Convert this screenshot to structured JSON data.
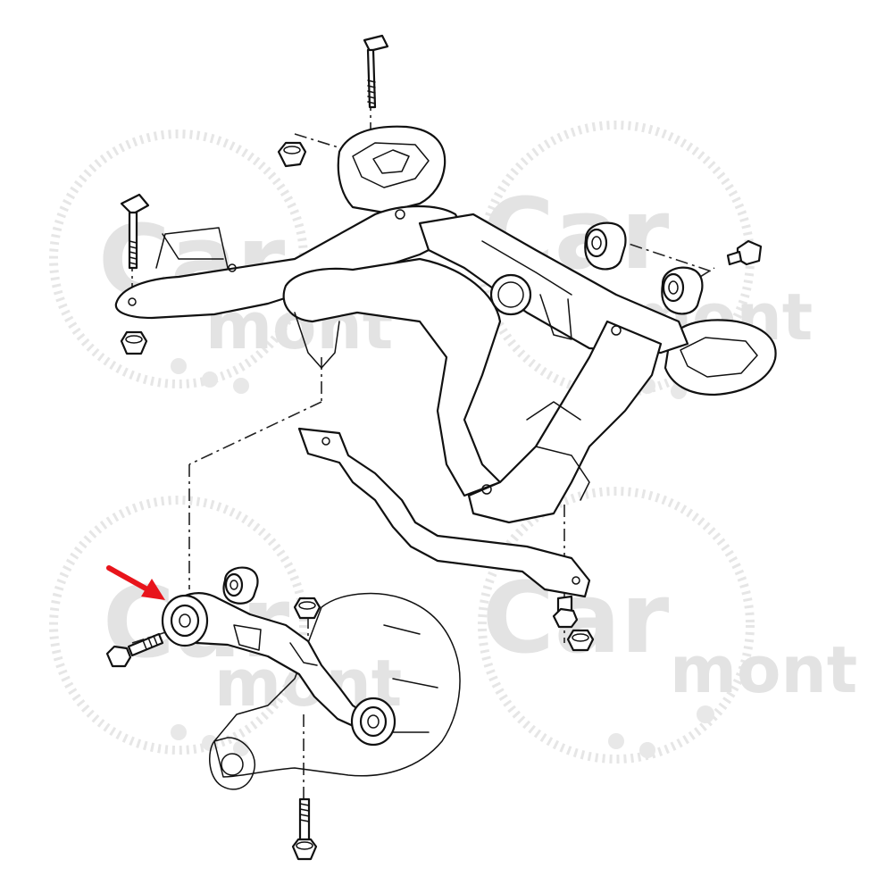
{
  "watermark": {
    "word1": "Car",
    "word2": "mont",
    "color": "#e3e3e3"
  },
  "diagram": {
    "line_color": "#111111",
    "pointer_arrow_color": "#e8141b",
    "highlighted_part": "rear-differential-mount-bushing"
  }
}
